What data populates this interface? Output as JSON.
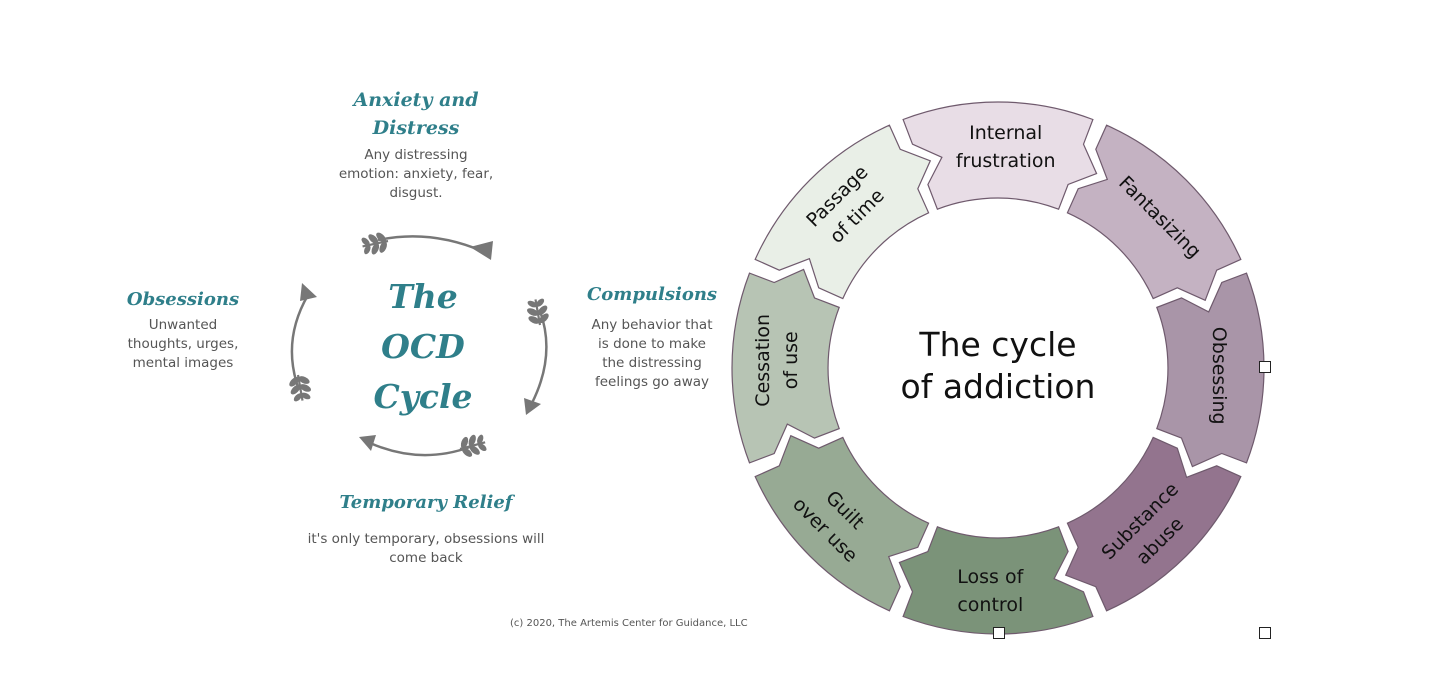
{
  "ocd": {
    "anxiety": {
      "title_1": "Anxiety and",
      "title_2": "Distress",
      "body_1": "Any distressing",
      "body_2": "emotion: anxiety, fear,",
      "body_3": "disgust."
    },
    "obsessions": {
      "title": "Obsessions",
      "body_1": "Unwanted",
      "body_2": "thoughts, urges,",
      "body_3": "mental images"
    },
    "compulsions": {
      "title": "Compulsions",
      "body_1": "Any behavior that",
      "body_2": "is done to make",
      "body_3": "the distressing",
      "body_4": "feelings go away"
    },
    "relief": {
      "title": "Temporary Relief",
      "body_1": "it's only temporary, obsessions will",
      "body_2": "come back"
    },
    "center": {
      "line_1": "The",
      "line_2": "OCD",
      "line_3": "Cycle"
    },
    "copyright": "(c) 2020, The Artemis Center for Guidance, LLC",
    "colors": {
      "title": "#2f7f8a",
      "arrow": "#777777",
      "body": "#555555"
    }
  },
  "addiction": {
    "center_1": "The cycle",
    "center_2": "of addiction",
    "segments": [
      {
        "line_1": "Internal",
        "line_2": "frustration",
        "fill": "#e8dde6"
      },
      {
        "line_1": "Fantasizing",
        "line_2": "",
        "fill": "#c4b2c2"
      },
      {
        "line_1": "Obsessing",
        "line_2": "",
        "fill": "#a995a8"
      },
      {
        "line_1": "Substance",
        "line_2": "abuse",
        "fill": "#93748e"
      },
      {
        "line_1": "Loss of",
        "line_2": "control",
        "fill": "#7b9379"
      },
      {
        "line_1": "Guilt",
        "line_2": "over use",
        "fill": "#97aa94"
      },
      {
        "line_1": "Cessation",
        "line_2": "of use",
        "fill": "#b7c4b4"
      },
      {
        "line_1": "Passage",
        "line_2": "of time",
        "fill": "#e9efe7"
      }
    ]
  }
}
